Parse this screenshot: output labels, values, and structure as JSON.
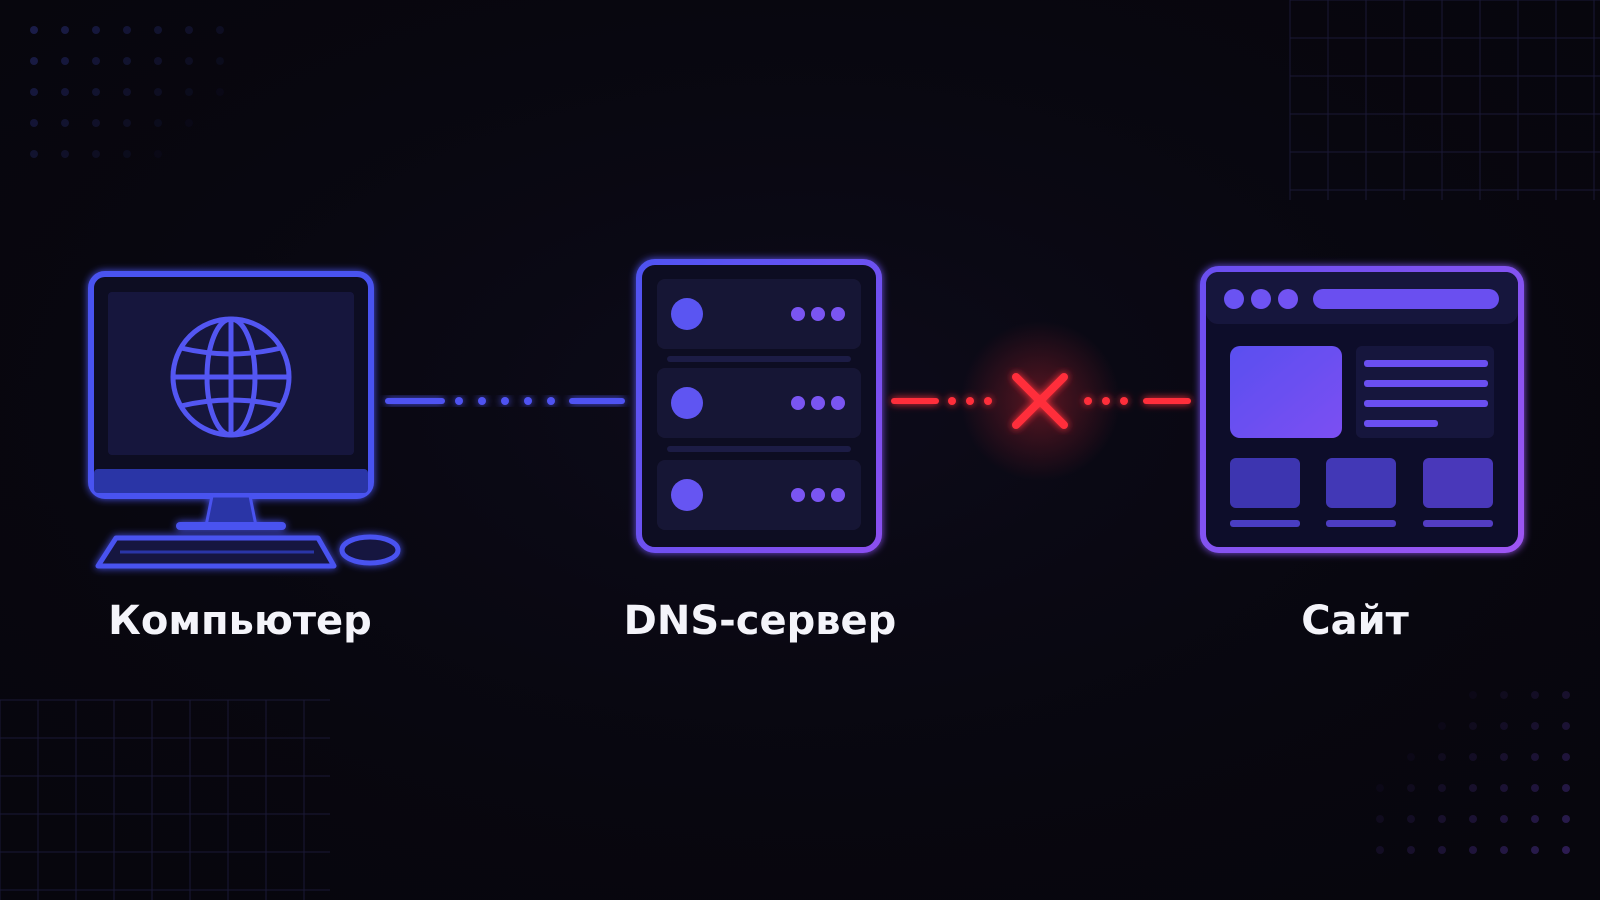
{
  "nodes": {
    "computer": {
      "label": "Компьютер",
      "icon": "desktop-computer-globe-icon"
    },
    "dns": {
      "label": "DNS-сервер",
      "icon": "server-rack-icon"
    },
    "site": {
      "label": "Сайт",
      "icon": "website-browser-window-icon"
    }
  },
  "links": [
    {
      "from": "computer",
      "to": "dns",
      "status": "connected",
      "style": "dash-dot"
    },
    {
      "from": "dns",
      "to": "site",
      "status": "failed",
      "style": "dash-dot",
      "marker": "cross-icon"
    }
  ],
  "colors": {
    "background": "#07060d",
    "primary": "#4f53f2",
    "accent": "#8b4ff0",
    "error": "#ff2f3a",
    "label": "#f4f4fa"
  }
}
